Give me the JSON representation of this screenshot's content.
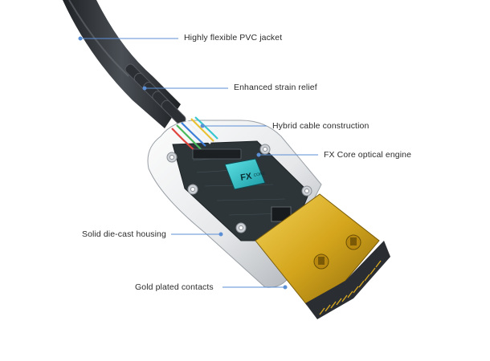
{
  "callouts": {
    "jacket": "Highly flexible PVC jacket",
    "strain_relief": "Enhanced strain relief",
    "hybrid": "Hybrid cable construction",
    "engine": "FX Core optical engine",
    "housing": "Solid die-cast housing",
    "contacts": "Gold plated contacts"
  },
  "chip": {
    "marking": "FX",
    "sub_marking": "CORE"
  },
  "colors": {
    "leader_line": "#5b8fd6",
    "cable_jacket": "#2f3236",
    "pcb": "#2c3438",
    "chip_accent": "#36c9d0",
    "gold": "#d6a81e",
    "housing": "#e8eaed"
  }
}
